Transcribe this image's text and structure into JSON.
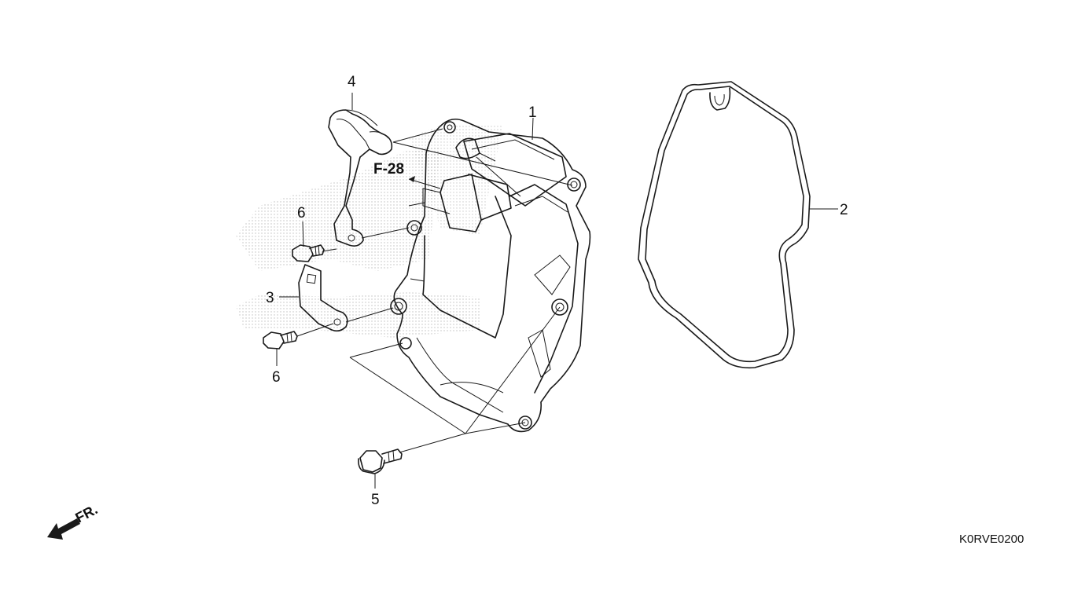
{
  "diagram": {
    "callouts": [
      {
        "id": "1",
        "text": "1"
      },
      {
        "id": "2",
        "text": "2"
      },
      {
        "id": "3",
        "text": "3"
      },
      {
        "id": "4",
        "text": "4"
      },
      {
        "id": "5",
        "text": "5"
      },
      {
        "id": "6a",
        "text": "6"
      },
      {
        "id": "6b",
        "text": "6"
      }
    ],
    "reference": "F-28",
    "direction": "FR.",
    "drawing_code": "K0RVE0200",
    "parts": [
      {
        "name": "cylinder-head-cover",
        "icon": "cover-outline"
      },
      {
        "name": "cover-gasket",
        "icon": "gasket-outline"
      },
      {
        "name": "lower-stay",
        "icon": "bracket-outline"
      },
      {
        "name": "harness-clip-stay",
        "icon": "clip-outline"
      },
      {
        "name": "flange-bolt",
        "icon": "bolt-outline"
      },
      {
        "name": "bolt",
        "icon": "bolt-outline"
      }
    ]
  }
}
